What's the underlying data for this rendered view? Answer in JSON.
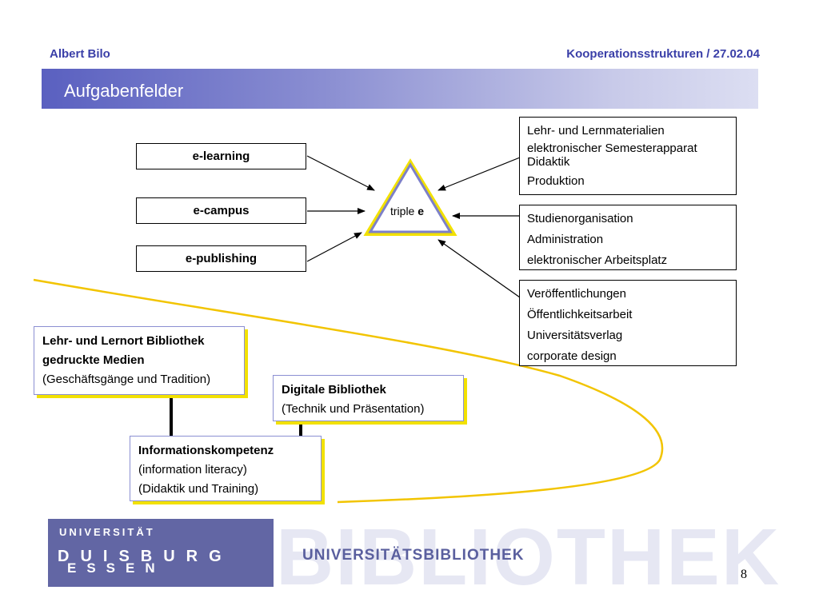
{
  "header": {
    "author": "Albert Bilo",
    "subject": "Kooperationsstrukturen / 27.02.04",
    "title": "Aufgabenfelder",
    "accent_color": "#3a3fa8"
  },
  "diagram": {
    "left_boxes": [
      "e-learning",
      "e-campus",
      "e-publishing"
    ],
    "triangle": {
      "label_prefix": "triple ",
      "label_suffix": "e"
    },
    "right_boxes": [
      [
        "Lehr- und Lernmaterialien",
        "elektronischer Semesterapparat",
        "Didaktik",
        "Produktion"
      ],
      [
        "Studienorganisation",
        "Administration",
        "elektronischer Arbeitsplatz"
      ],
      [
        "Veröffentlichungen",
        "Öffentlichkeitsarbeit",
        "Universitätsverlag",
        "corporate design"
      ]
    ],
    "library_boxes": {
      "lernort": {
        "line1": "Lehr- und Lernort Bibliothek",
        "line2": "gedruckte Medien",
        "line3": "(Geschäftsgänge und Tradition)"
      },
      "digital": {
        "line1": "Digitale Bibliothek",
        "line2": "(Technik und Präsentation)"
      },
      "kompetenz": {
        "line1": "Informationskompetenz",
        "line2": "(information literacy)",
        "line3": "(Didaktik und Training)"
      }
    }
  },
  "footer": {
    "uni_line": "UNIVERSITÄT",
    "city1": "DUISBURG",
    "city2": "ESSEN",
    "watermark": "BIBLIOTHEK",
    "ub_name": "UNIVERSITÄTSBIBLIOTHEK",
    "page_number": "8"
  }
}
